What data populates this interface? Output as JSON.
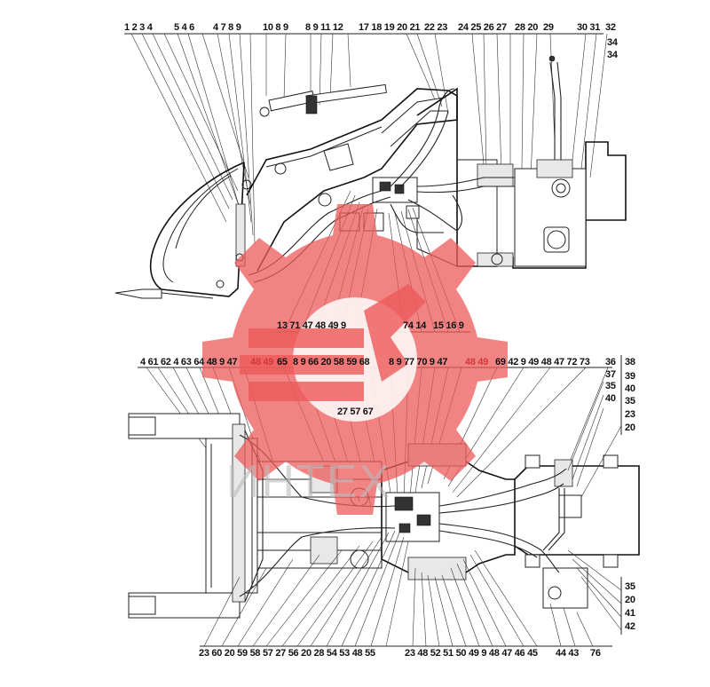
{
  "top_view": {
    "top_callouts": [
      {
        "id": "t1",
        "text": "1 2 3 4"
      },
      {
        "id": "t2",
        "text": "5 4 6"
      },
      {
        "id": "t3",
        "text": "4 7 8 9"
      },
      {
        "id": "t4",
        "text": "10 8 9"
      },
      {
        "id": "t5",
        "text": "8 9 11 12"
      },
      {
        "id": "t6",
        "text": "17 18 19 20 21"
      },
      {
        "id": "t7",
        "text": "22 23"
      },
      {
        "id": "t8",
        "text": "24 25 26 27"
      },
      {
        "id": "t9",
        "text": "28 20"
      },
      {
        "id": "t10",
        "text": "29"
      },
      {
        "id": "t11",
        "text": "30 31"
      },
      {
        "id": "t12",
        "text": "32"
      },
      {
        "id": "t13",
        "text": "34"
      },
      {
        "id": "t14",
        "text": "34"
      }
    ],
    "bottom_callouts": [
      {
        "id": "b1",
        "text": "13 71 47 48 49 9"
      },
      {
        "id": "b2",
        "text": "74 14"
      },
      {
        "id": "b3",
        "text": "15 16 9"
      }
    ]
  },
  "plan_view": {
    "top_callouts": [
      {
        "id": "p1",
        "text": "4 61 62 4 63 64 48 9 47",
        "red": false
      },
      {
        "id": "p2",
        "text": "48 49",
        "red": true
      },
      {
        "id": "p3",
        "text": "65",
        "red": false
      },
      {
        "id": "p4",
        "text": "8 9 66 20 58 59 68",
        "red": false
      },
      {
        "id": "p5",
        "text": "8 9 77 70 9 47",
        "red": false
      },
      {
        "id": "p6",
        "text": "48 49",
        "red": true
      },
      {
        "id": "p7",
        "text": "69 42 9 49 48 47 72 73",
        "red": false
      },
      {
        "id": "p8",
        "text": "36",
        "red": false
      },
      {
        "id": "p9",
        "text": "38",
        "red": false
      }
    ],
    "right_callouts": [
      "37",
      "35",
      "40",
      "39",
      "40",
      "35",
      "23",
      "20"
    ],
    "center_callout": "27 57 67",
    "lower_right_callouts": [
      "35",
      "20",
      "41",
      "42"
    ],
    "bottom_callouts": [
      {
        "id": "q1",
        "text": "23 60 20 59 58 57 27 56 20 28 54 53 48 55"
      },
      {
        "id": "q2",
        "text": "23 48 52 51 50 49 9 48 47 46 45"
      },
      {
        "id": "q3",
        "text": "44 43"
      },
      {
        "id": "q4",
        "text": "76"
      }
    ]
  },
  "watermark": {
    "text": "ИНТЕХ",
    "color": "#ee5a5a"
  }
}
